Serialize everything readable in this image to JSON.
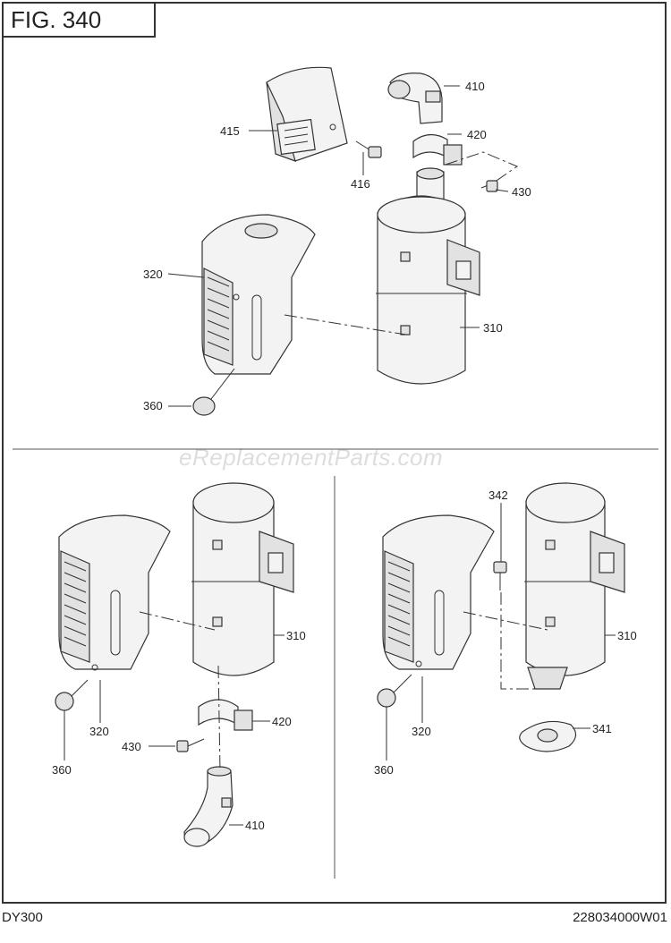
{
  "figure": {
    "title": "FIG. 340"
  },
  "footer": {
    "model": "DY300",
    "code": "228034000W01"
  },
  "watermark": "eReplacementParts.com",
  "callouts": {
    "top": {
      "c410": "410",
      "c415": "415",
      "c420": "420",
      "c416": "416",
      "c430": "430",
      "c320": "320",
      "c310": "310",
      "c360": "360"
    },
    "left": {
      "c310": "310",
      "c320": "320",
      "c420": "420",
      "c430": "430",
      "c360": "360",
      "c410": "410"
    },
    "right": {
      "c342": "342",
      "c310": "310",
      "c320": "320",
      "c341": "341",
      "c360": "360"
    }
  }
}
